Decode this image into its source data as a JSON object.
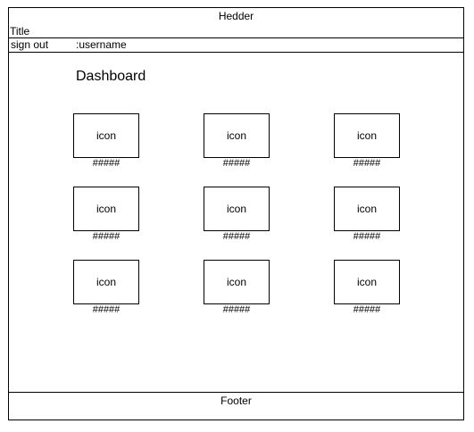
{
  "header": {
    "label": "Hedder",
    "title": "Title"
  },
  "user_bar": {
    "sign_out": "sign out",
    "username": ":username"
  },
  "main": {
    "heading": "Dashboard",
    "tiles": [
      {
        "icon_label": "icon",
        "caption": "#####"
      },
      {
        "icon_label": "icon",
        "caption": "#####"
      },
      {
        "icon_label": "icon",
        "caption": "#####"
      },
      {
        "icon_label": "icon",
        "caption": "#####"
      },
      {
        "icon_label": "icon",
        "caption": "#####"
      },
      {
        "icon_label": "icon",
        "caption": "#####"
      },
      {
        "icon_label": "icon",
        "caption": "#####"
      },
      {
        "icon_label": "icon",
        "caption": "#####"
      },
      {
        "icon_label": "icon",
        "caption": "#####"
      }
    ]
  },
  "footer": {
    "label": "Footer"
  }
}
